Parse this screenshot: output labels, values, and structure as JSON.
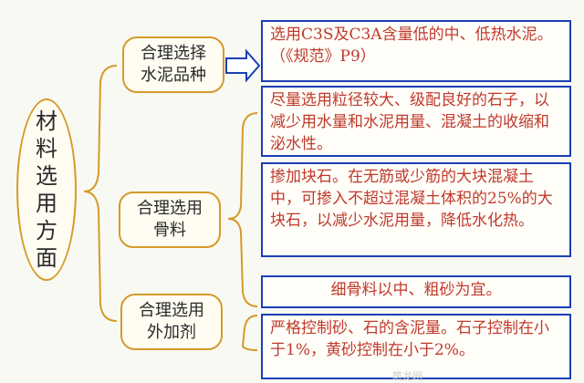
{
  "root": {
    "label": "材料选用方面"
  },
  "branches": [
    {
      "label": "合理选择水泥品种",
      "notes": [
        "选用C3S及C3A含量低的中、低热水泥。（《规范》P9）"
      ]
    },
    {
      "label": "合理选用骨料",
      "notes": [
        "尽量选用粒径较大、级配良好的石子，以减少用水量和水泥用量、混凝土的收缩和泌水性。",
        "掺加块石。在无筋或少筋的大块混凝土中，可掺入不超过混凝土体积的25%的大块石，以减少水泥用量，降低水化热。",
        "细骨料以中、粗砂为宜。"
      ]
    },
    {
      "label": "合理选用外加剂",
      "notes": [
        "严格控制砂、石的含泥量。石子控制在小于1%，黄砂控制在小于2%。"
      ]
    }
  ],
  "watermark": "筑龙网",
  "colors": {
    "bracket": "#d49a2a",
    "box_border": "#1a3fb5",
    "note_text": "#c0392b",
    "arrow": "#1a3fb5"
  }
}
